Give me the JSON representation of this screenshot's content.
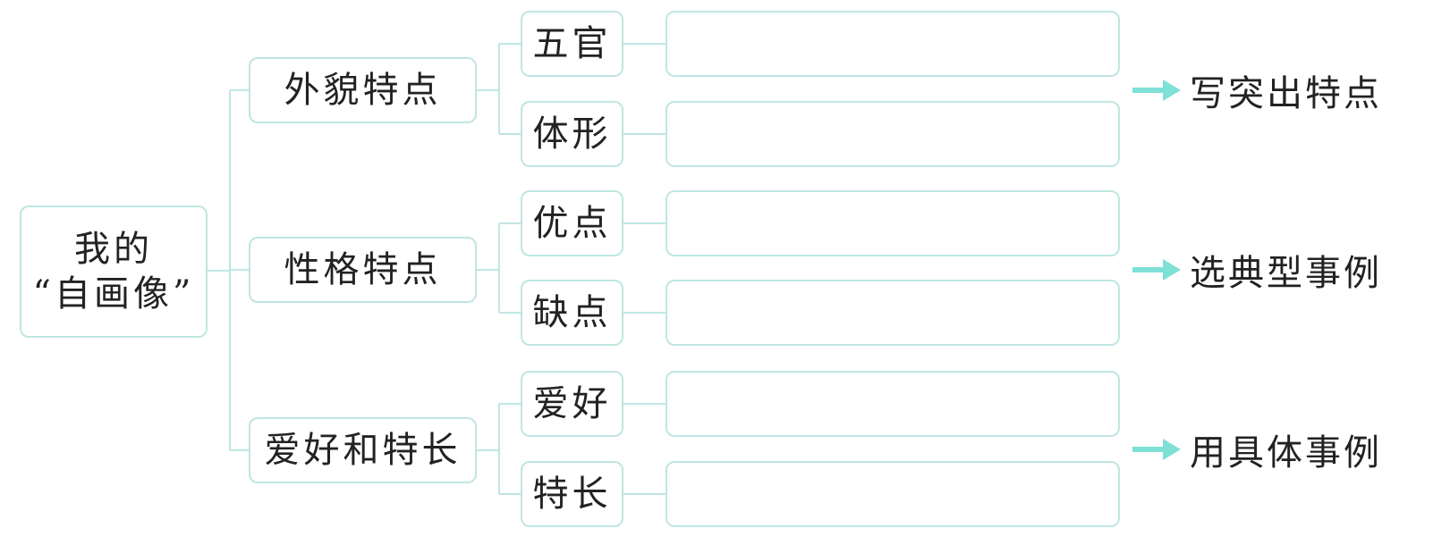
{
  "root": {
    "line1": "我的",
    "line2": "“自画像”"
  },
  "categories": [
    {
      "label": "外貌特点",
      "subs": [
        "五官",
        "体形"
      ],
      "tip": "写突出特点"
    },
    {
      "label": "性格特点",
      "subs": [
        "优点",
        "缺点"
      ],
      "tip": "选典型事例"
    },
    {
      "label": "爱好和特长",
      "subs": [
        "爱好",
        "特长"
      ],
      "tip": "用具体事例"
    }
  ],
  "answers": [
    "",
    "",
    "",
    "",
    "",
    ""
  ],
  "colors": {
    "line": "#bfe6e2",
    "arrow": "#7fe0d6",
    "text": "#222222"
  }
}
